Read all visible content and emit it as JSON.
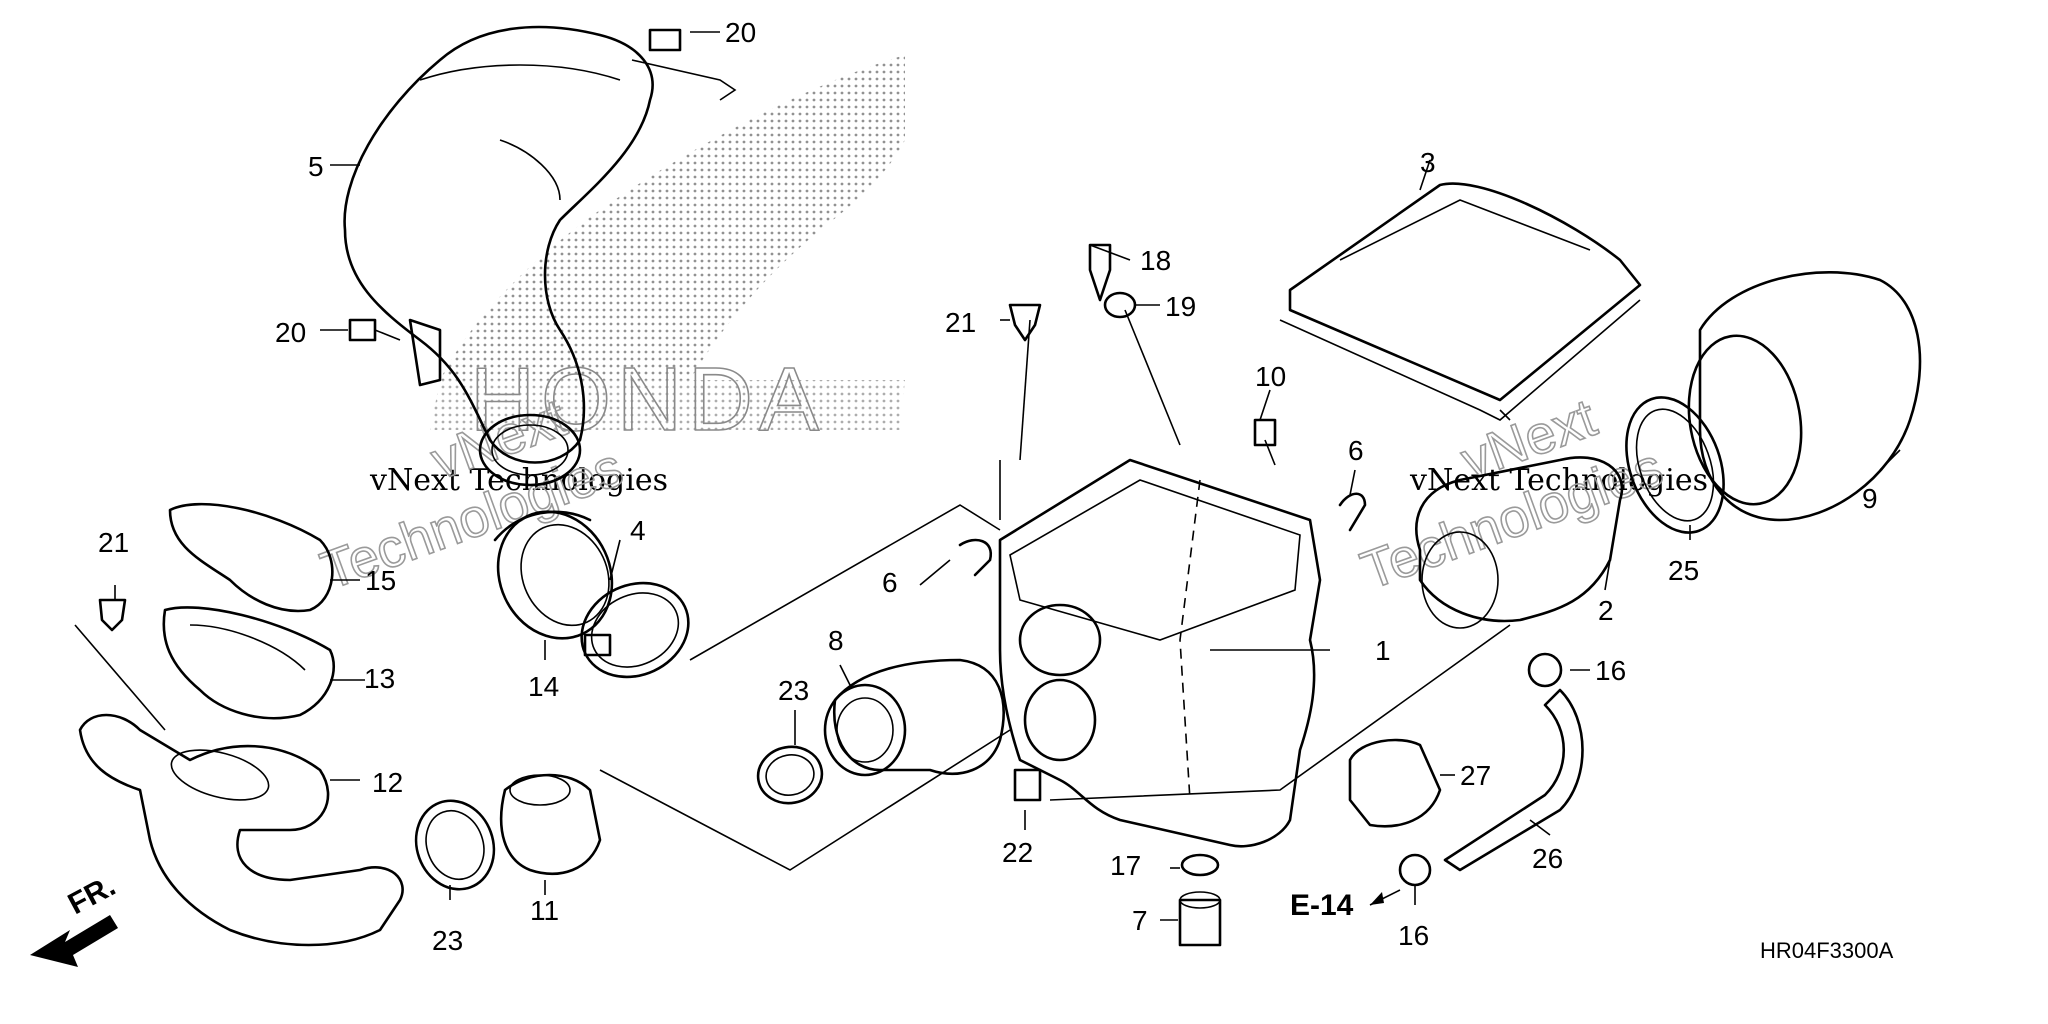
{
  "diagram": {
    "part_code": "HR04F3300A",
    "brand_mark_text": "HONDA",
    "direction_label": "FR.",
    "reference_label": "E-14",
    "watermark_line1": "vNext Technologies",
    "watermark_line2a": "vNext",
    "watermark_line2b": "Technologies",
    "callouts": [
      {
        "id": "c1",
        "label": "1"
      },
      {
        "id": "c2",
        "label": "2"
      },
      {
        "id": "c3",
        "label": "3"
      },
      {
        "id": "c4",
        "label": "4"
      },
      {
        "id": "c5",
        "label": "5"
      },
      {
        "id": "c6a",
        "label": "6"
      },
      {
        "id": "c6b",
        "label": "6"
      },
      {
        "id": "c7",
        "label": "7"
      },
      {
        "id": "c8",
        "label": "8"
      },
      {
        "id": "c9",
        "label": "9"
      },
      {
        "id": "c10",
        "label": "10"
      },
      {
        "id": "c11",
        "label": "11"
      },
      {
        "id": "c12",
        "label": "12"
      },
      {
        "id": "c13",
        "label": "13"
      },
      {
        "id": "c14",
        "label": "14"
      },
      {
        "id": "c15",
        "label": "15"
      },
      {
        "id": "c16a",
        "label": "16"
      },
      {
        "id": "c16b",
        "label": "16"
      },
      {
        "id": "c17",
        "label": "17"
      },
      {
        "id": "c18",
        "label": "18"
      },
      {
        "id": "c19",
        "label": "19"
      },
      {
        "id": "c20a",
        "label": "20"
      },
      {
        "id": "c20b",
        "label": "20"
      },
      {
        "id": "c21a",
        "label": "21"
      },
      {
        "id": "c21b",
        "label": "21"
      },
      {
        "id": "c22",
        "label": "22"
      },
      {
        "id": "c23a",
        "label": "23"
      },
      {
        "id": "c23b",
        "label": "23"
      },
      {
        "id": "c25",
        "label": "25"
      },
      {
        "id": "c26",
        "label": "26"
      },
      {
        "id": "c27",
        "label": "27"
      }
    ]
  }
}
